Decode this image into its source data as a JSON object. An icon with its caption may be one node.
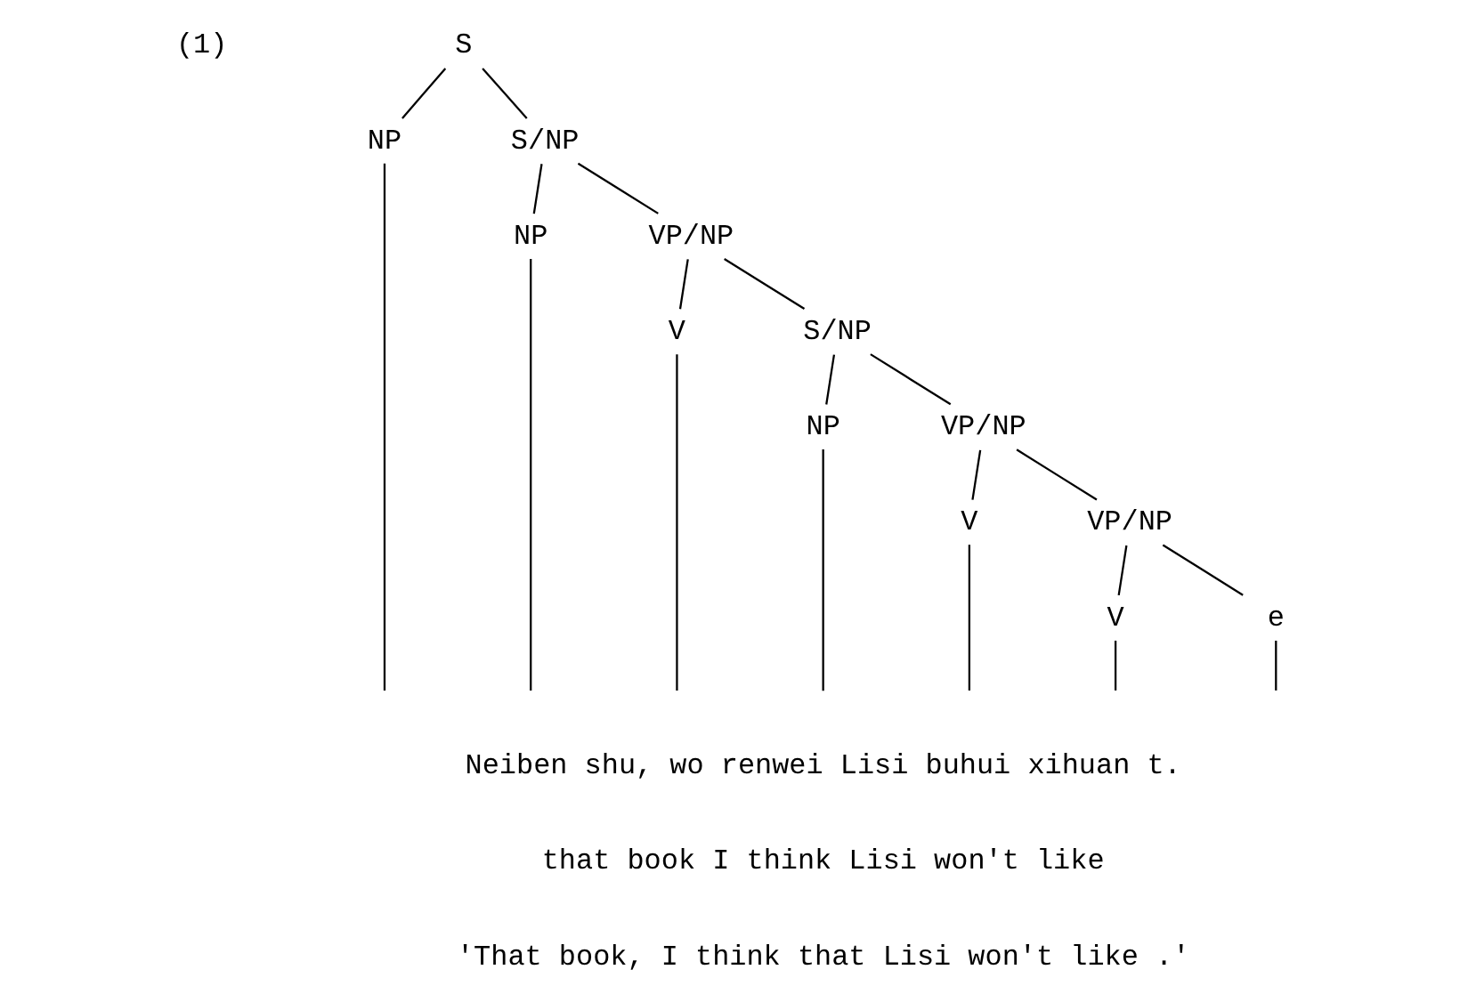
{
  "diagram": {
    "nodes": [
      {
        "text": [
          "S"
        ]
      },
      {
        "text": [
          "NP"
        ]
      },
      {
        "text": [
          "S/NP"
        ]
      },
      {
        "text": [
          "NP"
        ]
      },
      {
        "text": [
          "VP/NP"
        ]
      },
      {
        "text": [
          "V"
        ]
      },
      {
        "text": [
          "S/NP"
        ]
      },
      {
        "text": [
          "NP"
        ]
      },
      {
        "text": [
          "VP/NP"
        ]
      },
      {
        "text": [
          "V"
        ]
      },
      {
        "text": [
          "VP/NP"
        ]
      },
      {
        "text": [
          "V"
        ]
      },
      {
        "text": [
          "e"
        ]
      }
    ],
    "edges": [
      {
        "from": 0,
        "to": 1,
        "arrow": "none"
      },
      {
        "from": 0,
        "to": 2,
        "arrow": "none"
      },
      {
        "from": 2,
        "to": 3,
        "arrow": "none"
      },
      {
        "from": 2,
        "to": 4,
        "arrow": "none"
      },
      {
        "from": 4,
        "to": 5,
        "arrow": "none"
      },
      {
        "from": 4,
        "to": 6,
        "arrow": "none"
      },
      {
        "from": 6,
        "to": 7,
        "arrow": "none"
      },
      {
        "from": 6,
        "to": 8,
        "arrow": "none"
      },
      {
        "from": 8,
        "to": 9,
        "arrow": "none"
      },
      {
        "from": 8,
        "to": 10,
        "arrow": "none"
      },
      {
        "from": 10,
        "to": 11,
        "arrow": "none"
      },
      {
        "from": 10,
        "to": 12,
        "arrow": "none"
      },
      {
        "from": 1,
        "to": null,
        "arrow": "none"
      },
      {
        "from": 3,
        "to": null,
        "arrow": "none"
      },
      {
        "from": 5,
        "to": null,
        "arrow": "none"
      },
      {
        "from": 7,
        "to": null,
        "arrow": "none"
      },
      {
        "from": 9,
        "to": null,
        "arrow": "none"
      },
      {
        "from": 11,
        "to": null,
        "arrow": "none"
      },
      {
        "from": 12,
        "to": null,
        "arrow": "none"
      }
    ],
    "labels": [
      "(1)",
      "Neiben shu, wo renwei Lisi buhui xihuan t.",
      "that book I think Lisi won't like",
      "'That book, I think that Lisi won't like .'"
    ]
  }
}
